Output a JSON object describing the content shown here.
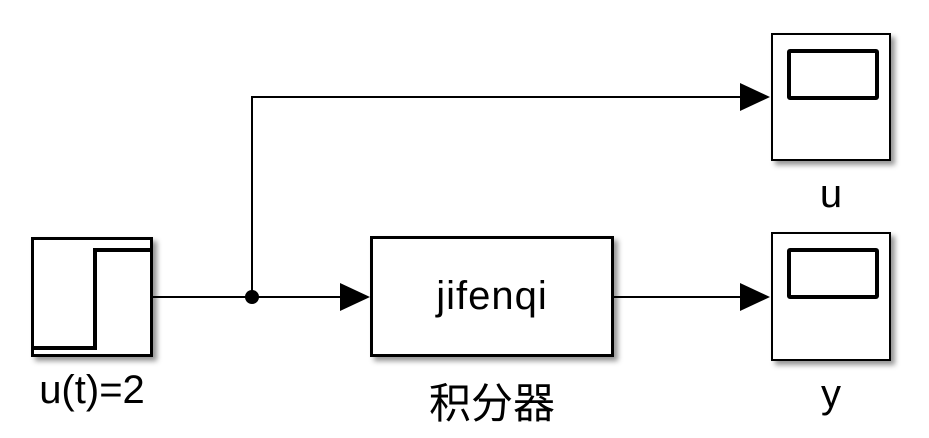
{
  "diagram": {
    "colors": {
      "background": "#ffffff",
      "line": "#000000",
      "block_fill": "#ffffff",
      "block_border": "#000000",
      "shadow": "rgba(0,0,0,0.42)"
    },
    "blocks": {
      "step_source": {
        "label": "u(t)=2",
        "icon": "step-signal-icon"
      },
      "integrator": {
        "text": "jifenqi",
        "label": "积分器"
      },
      "scope_u": {
        "label": "u",
        "icon": "scope-screen-icon"
      },
      "scope_y": {
        "label": "y",
        "icon": "scope-screen-icon"
      }
    }
  }
}
